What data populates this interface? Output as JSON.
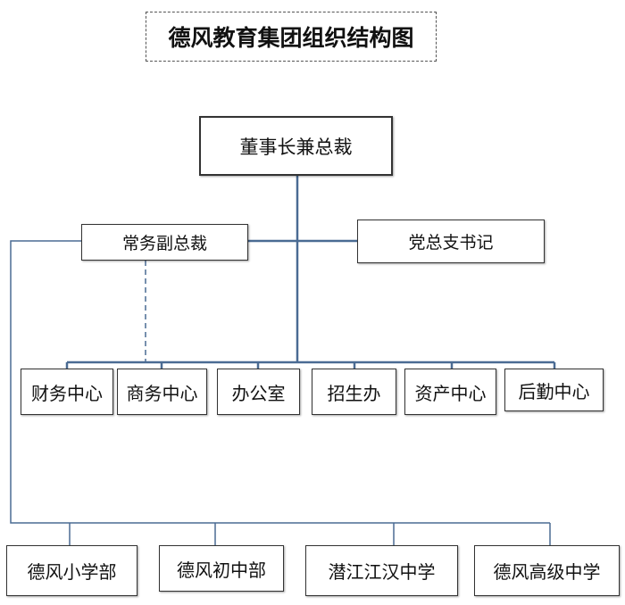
{
  "title": "德风教育集团组织结构图",
  "chairman": "董事长兼总裁",
  "vice_president": "常务副总裁",
  "party_secretary": "党总支书记",
  "departments": [
    "财务中心",
    "商务中心",
    "办公室",
    "招生办",
    "资产中心",
    "后勤中心"
  ],
  "schools": [
    "德风小学部",
    "德风初中部",
    "潜江江汉中学",
    "德风高级中学"
  ],
  "colors": {
    "line": "#4a6b93",
    "border": "#333333"
  }
}
